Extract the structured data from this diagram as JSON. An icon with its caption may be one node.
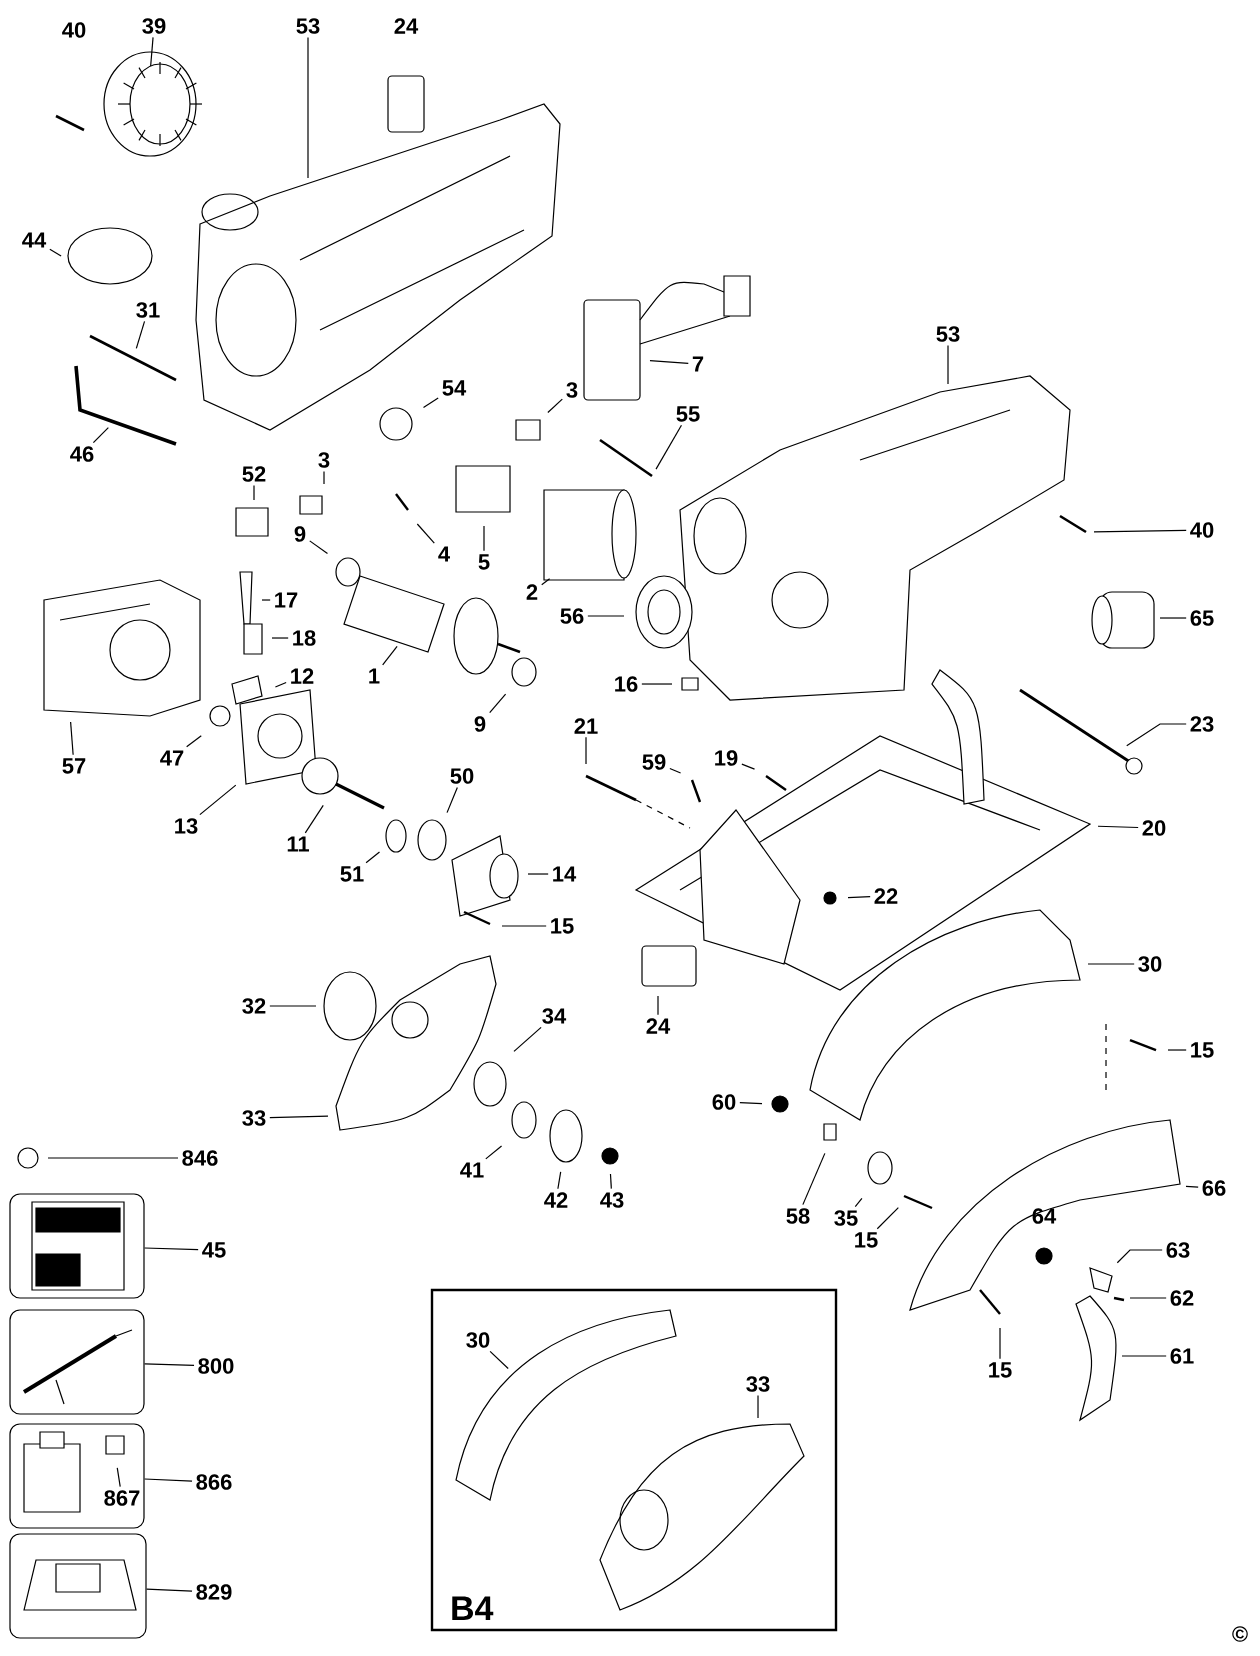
{
  "diagram": {
    "nodes": [
      {
        "text": [
          "39"
        ]
      },
      {
        "text": [
          "53"
        ]
      },
      {
        "text": [
          "44"
        ]
      },
      {
        "text": [
          "31"
        ]
      },
      {
        "text": [
          "7"
        ]
      },
      {
        "text": [
          "53"
        ]
      },
      {
        "text": [
          "54"
        ]
      },
      {
        "text": [
          "3"
        ]
      },
      {
        "text": [
          "55"
        ]
      },
      {
        "text": [
          "46"
        ]
      },
      {
        "text": [
          "3"
        ]
      },
      {
        "text": [
          "52"
        ]
      },
      {
        "text": [
          "9"
        ]
      },
      {
        "text": [
          "4"
        ]
      },
      {
        "text": [
          "40"
        ]
      },
      {
        "text": [
          "5"
        ]
      },
      {
        "text": [
          "2"
        ]
      },
      {
        "text": [
          "17"
        ]
      },
      {
        "text": [
          "56"
        ]
      },
      {
        "text": [
          "65"
        ]
      },
      {
        "text": [
          "18"
        ]
      },
      {
        "text": [
          "12"
        ]
      },
      {
        "text": [
          "1"
        ]
      },
      {
        "text": [
          "16"
        ]
      },
      {
        "text": [
          "9"
        ]
      },
      {
        "text": [
          "21"
        ]
      },
      {
        "text": [
          "23"
        ]
      },
      {
        "text": [
          "59"
        ]
      },
      {
        "text": [
          "19"
        ]
      },
      {
        "text": [
          "57"
        ]
      },
      {
        "text": [
          "47"
        ]
      },
      {
        "text": [
          "13"
        ]
      },
      {
        "text": [
          "11"
        ]
      },
      {
        "text": [
          "50"
        ]
      },
      {
        "text": [
          "51"
        ]
      },
      {
        "text": [
          "14"
        ]
      },
      {
        "text": [
          "20"
        ]
      },
      {
        "text": [
          "22"
        ]
      },
      {
        "text": [
          "15"
        ]
      },
      {
        "text": [
          "30"
        ]
      },
      {
        "text": [
          "32"
        ]
      },
      {
        "text": [
          "24"
        ]
      },
      {
        "text": [
          "34"
        ]
      },
      {
        "text": [
          "15"
        ]
      },
      {
        "text": [
          "60"
        ]
      },
      {
        "text": [
          "33"
        ]
      },
      {
        "text": [
          "846"
        ]
      },
      {
        "text": [
          "41"
        ]
      },
      {
        "text": [
          "42"
        ]
      },
      {
        "text": [
          "43"
        ]
      },
      {
        "text": [
          "58"
        ]
      },
      {
        "text": [
          "35"
        ]
      },
      {
        "text": [
          "66"
        ]
      },
      {
        "text": [
          "15"
        ]
      },
      {
        "text": [
          "45"
        ]
      },
      {
        "text": [],
        "shape": "box"
      },
      {
        "text": [
          "63"
        ]
      },
      {
        "text": [
          "62"
        ]
      },
      {
        "text": [
          "B4"
        ]
      },
      {
        "text": [
          "30"
        ],
        "in": 58
      },
      {
        "text": [
          "33"
        ],
        "in": 58
      },
      {
        "text": [
          "800"
        ]
      },
      {
        "text": [],
        "shape": "box"
      },
      {
        "text": [
          "61"
        ]
      },
      {
        "text": [
          "15"
        ]
      },
      {
        "text": [
          "866"
        ]
      },
      {
        "text": [],
        "shape": "box"
      },
      {
        "text": [
          "867"
        ],
        "in": 66
      },
      {
        "text": [
          "829"
        ]
      },
      {
        "text": [],
        "shape": "box"
      }
    ],
    "edges": [
      {
        "from": 0,
        "to": null,
        "arrow": "none"
      },
      {
        "from": 1,
        "to": null,
        "arrow": "none"
      },
      {
        "from": 2,
        "to": null,
        "arrow": "none"
      },
      {
        "from": 3,
        "to": null,
        "arrow": "none"
      },
      {
        "from": 4,
        "to": null,
        "arrow": "none"
      },
      {
        "from": 5,
        "to": null,
        "arrow": "none"
      },
      {
        "from": 6,
        "to": null,
        "arrow": "none"
      },
      {
        "from": 7,
        "to": null,
        "arrow": "none"
      },
      {
        "from": 8,
        "to": null,
        "arrow": "none"
      },
      {
        "from": 9,
        "to": null,
        "arrow": "none"
      },
      {
        "from": 10,
        "to": null,
        "arrow": "none"
      },
      {
        "from": 11,
        "to": null,
        "arrow": "none"
      },
      {
        "from": 12,
        "to": null,
        "arrow": "none"
      },
      {
        "from": 13,
        "to": null,
        "arrow": "none"
      },
      {
        "from": 14,
        "to": null,
        "arrow": "none"
      },
      {
        "from": 15,
        "to": null,
        "arrow": "none"
      },
      {
        "from": 16,
        "to": null,
        "arrow": "none"
      },
      {
        "from": 17,
        "to": null,
        "arrow": "none"
      },
      {
        "from": 18,
        "to": null,
        "arrow": "none"
      },
      {
        "from": 19,
        "to": null,
        "arrow": "none"
      },
      {
        "from": 20,
        "to": null,
        "arrow": "none"
      },
      {
        "from": 21,
        "to": null,
        "arrow": "none"
      },
      {
        "from": 22,
        "to": null,
        "arrow": "none"
      },
      {
        "from": 23,
        "to": null,
        "arrow": "none"
      },
      {
        "from": 24,
        "to": null,
        "arrow": "none"
      },
      {
        "from": 25,
        "to": null,
        "arrow": "none"
      },
      {
        "from": 26,
        "to": null,
        "arrow": "none"
      },
      {
        "from": 27,
        "to": null,
        "arrow": "none"
      },
      {
        "from": 28,
        "to": null,
        "arrow": "none"
      },
      {
        "from": 29,
        "to": null,
        "arrow": "none"
      },
      {
        "from": 30,
        "to": null,
        "arrow": "none"
      },
      {
        "from": 31,
        "to": null,
        "arrow": "none"
      },
      {
        "from": 32,
        "to": null,
        "arrow": "none"
      },
      {
        "from": 33,
        "to": null,
        "arrow": "none"
      },
      {
        "from": 34,
        "to": null,
        "arrow": "none"
      },
      {
        "from": 35,
        "to": null,
        "arrow": "none"
      },
      {
        "from": 36,
        "to": null,
        "arrow": "none"
      },
      {
        "from": 37,
        "to": null,
        "arrow": "none"
      },
      {
        "from": 38,
        "to": null,
        "arrow": "none"
      },
      {
        "from": 39,
        "to": null,
        "arrow": "none"
      },
      {
        "from": 40,
        "to": null,
        "arrow": "none"
      },
      {
        "from": 41,
        "to": null,
        "arrow": "none"
      },
      {
        "from": 42,
        "to": null,
        "arrow": "none"
      },
      {
        "from": 43,
        "to": null,
        "arrow": "none"
      },
      {
        "from": 44,
        "to": null,
        "arrow": "none"
      },
      {
        "from": 45,
        "to": null,
        "arrow": "none"
      },
      {
        "from": 46,
        "to": null,
        "arrow": "none"
      },
      {
        "from": 47,
        "to": null,
        "arrow": "none"
      },
      {
        "from": 48,
        "to": null,
        "arrow": "none"
      },
      {
        "from": 49,
        "to": null,
        "arrow": "none"
      },
      {
        "from": 50,
        "to": null,
        "arrow": "none"
      },
      {
        "from": 51,
        "to": null,
        "arrow": "none"
      },
      {
        "from": 52,
        "to": null,
        "arrow": "none"
      },
      {
        "from": 53,
        "to": null,
        "arrow": "none"
      },
      {
        "from": 54,
        "to": 55,
        "arrow": "none"
      },
      {
        "from": 56,
        "to": null,
        "arrow": "none"
      },
      {
        "from": 57,
        "to": null,
        "arrow": "none"
      },
      {
        "from": 59,
        "to": null,
        "arrow": "none"
      },
      {
        "from": 60,
        "to": null,
        "arrow": "none"
      },
      {
        "from": 61,
        "to": 62,
        "arrow": "none"
      },
      {
        "from": 63,
        "to": null,
        "arrow": "none"
      },
      {
        "from": 64,
        "to": null,
        "arrow": "none"
      },
      {
        "from": 65,
        "to": 66,
        "arrow": "none"
      },
      {
        "from": 67,
        "to": null,
        "arrow": "none"
      },
      {
        "from": 68,
        "to": 69,
        "arrow": "none"
      }
    ],
    "labels": [
      "40",
      "24",
      "64",
      "©"
    ]
  }
}
